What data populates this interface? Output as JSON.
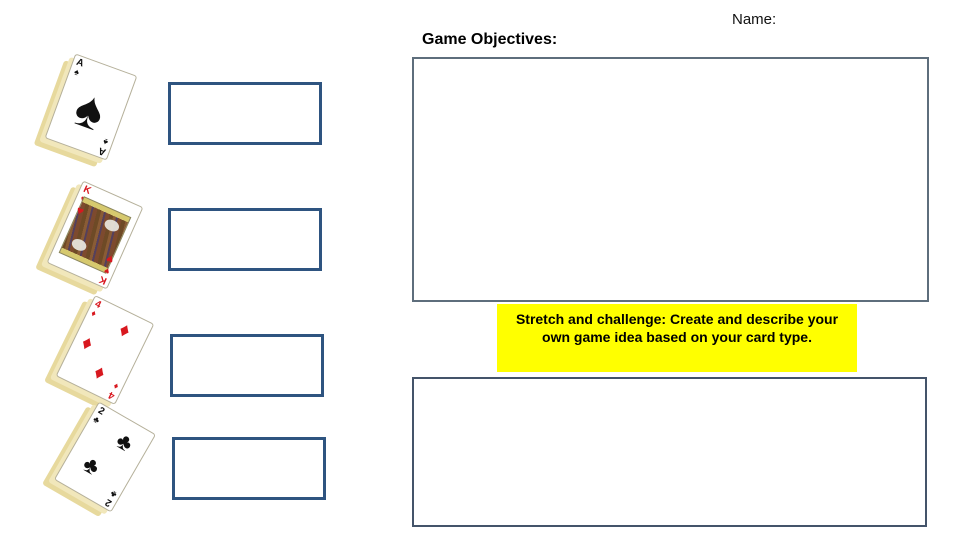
{
  "header": {
    "name_label": "Name:",
    "objectives_title": "Game Objectives:"
  },
  "stretch_note": {
    "text": "Stretch and challenge: Create and describe your own game idea based on your card type.",
    "background": "#ffff00"
  },
  "boxes": {
    "objectives_value": "",
    "idea_value": "",
    "answers": [
      {
        "card": "ace-of-spades",
        "value": ""
      },
      {
        "card": "king-of-hearts",
        "value": ""
      },
      {
        "card": "four-of-diamonds",
        "value": ""
      },
      {
        "card": "two-of-clubs",
        "value": ""
      }
    ]
  },
  "cards": [
    {
      "label": "Ace of Spades",
      "rank": "A",
      "suit": "spades",
      "suit_char": "♠",
      "suit_color": "#000000"
    },
    {
      "label": "King of Hearts",
      "rank": "K",
      "suit": "hearts",
      "suit_char": "♥",
      "suit_color": "#d8181f"
    },
    {
      "label": "Four of Diamonds",
      "rank": "4",
      "suit": "diamonds",
      "suit_char": "♦",
      "suit_color": "#d8181f"
    },
    {
      "label": "Two of Clubs",
      "rank": "2",
      "suit": "clubs",
      "suit_char": "♣",
      "suit_color": "#000000"
    }
  ],
  "colors": {
    "answer_box_border": "#2e5480",
    "objectives_box_border": "#5e6e7c",
    "idea_box_border": "#44546a",
    "note_background": "#ffff00",
    "card_deck_edge": "#e7d99d"
  }
}
